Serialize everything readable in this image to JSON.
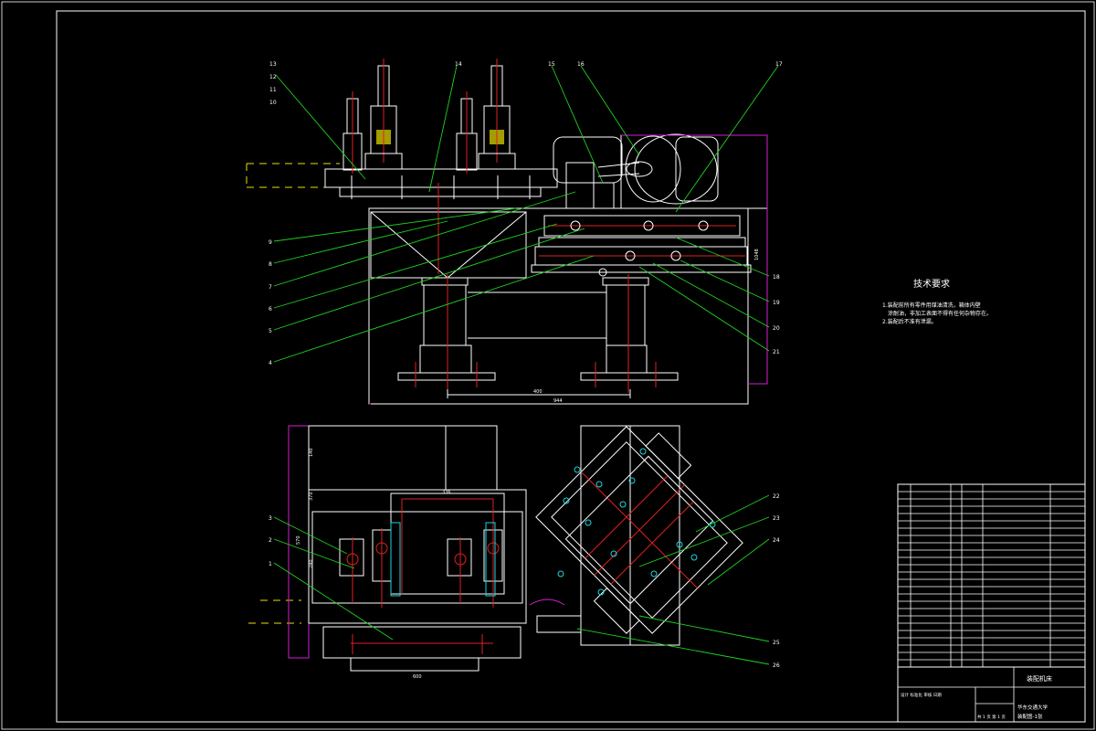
{
  "tech_requirements": {
    "title": "技术要求",
    "items": [
      "1.装配前所有零件用煤油清洗，箱体内壁",
      "涂耐油，非加工表面不得有任何杂物存在。",
      "2.装配后不准有泄漏。"
    ]
  },
  "balloons": {
    "top": [
      "13",
      "14",
      "15",
      "16",
      "17"
    ],
    "top_extra": [
      "12",
      "11",
      "10"
    ],
    "left_front": [
      "9",
      "8",
      "7",
      "6",
      "5",
      "4"
    ],
    "right_front": [
      "18",
      "19",
      "20",
      "21"
    ],
    "left_plan": [
      "3",
      "2",
      "1"
    ],
    "right_plan": [
      "22",
      "23",
      "24",
      "25",
      "26"
    ]
  },
  "dimensions": {
    "front_inner": "400",
    "front_outer": "944",
    "front_height": "1048",
    "plan_top": "336",
    "plan_bottom": "600",
    "plan_left_a": "140",
    "plan_left_b": "370",
    "plan_left_c": "570",
    "plan_left_d": "240"
  },
  "title_block": {
    "name": "装配机床",
    "school": "华东交通大学",
    "drawing_no": "装配图-1张",
    "sheet": "共 1 页 第 1 页",
    "scale_row": "设计 标准化 审核 日期"
  },
  "colors": {
    "background": "#000000",
    "line": "#ffffff",
    "center": "#e02020",
    "leader": "#1fd11f",
    "boundary": "#d21fd2",
    "phantom": "#e8e000",
    "hole": "#19d7e0"
  }
}
